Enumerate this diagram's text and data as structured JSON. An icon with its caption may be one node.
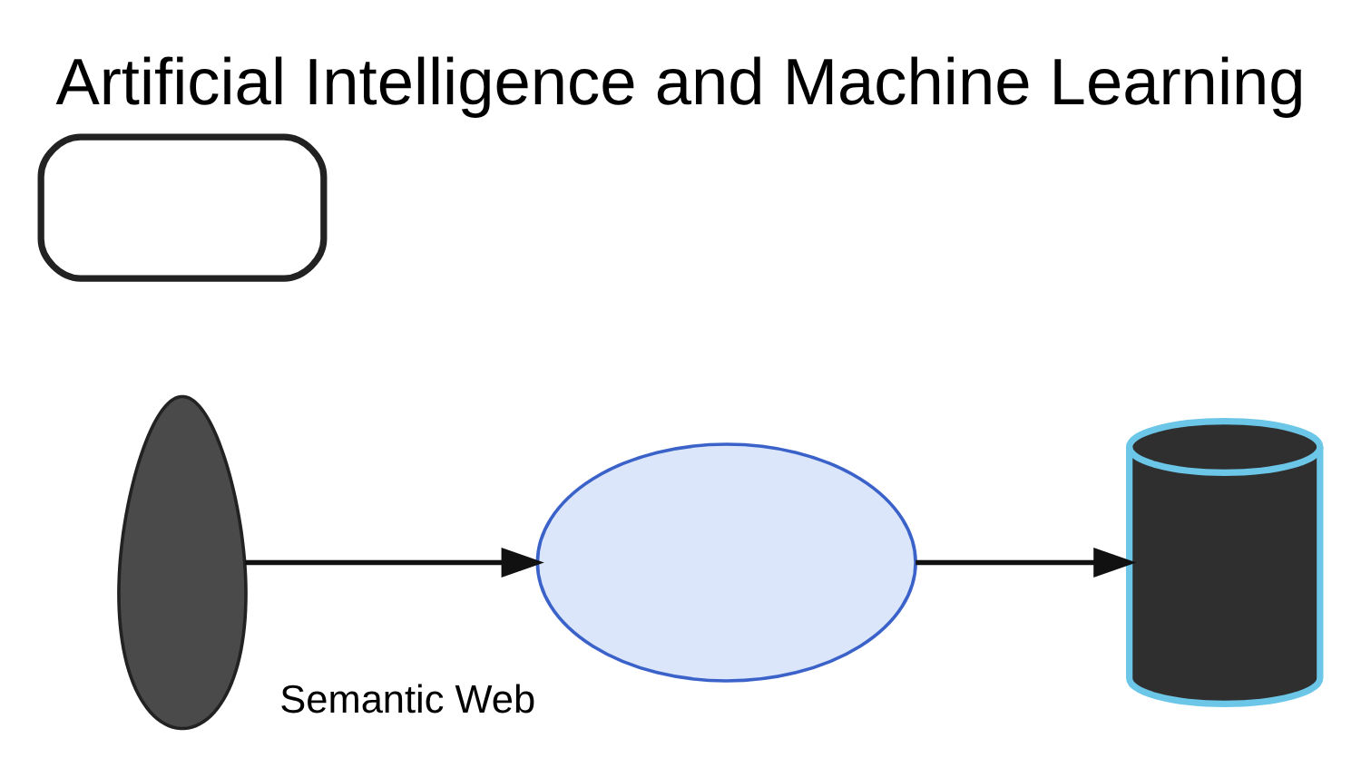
{
  "diagram": {
    "title": "Artificial Intelligence and Machine Learning",
    "nodes": [
      {
        "text": [],
        "shape": "person"
      },
      {
        "text": [],
        "shape": "box"
      },
      {
        "text": [],
        "shape": "cloud",
        "beside": [
          "Semantic Web"
        ]
      },
      {
        "text": [],
        "shape": "cylinder"
      }
    ],
    "edges": [
      {
        "from": 0,
        "to": 2,
        "arrow": "to"
      },
      {
        "from": 2,
        "to": 3,
        "arrow": "to"
      }
    ]
  }
}
